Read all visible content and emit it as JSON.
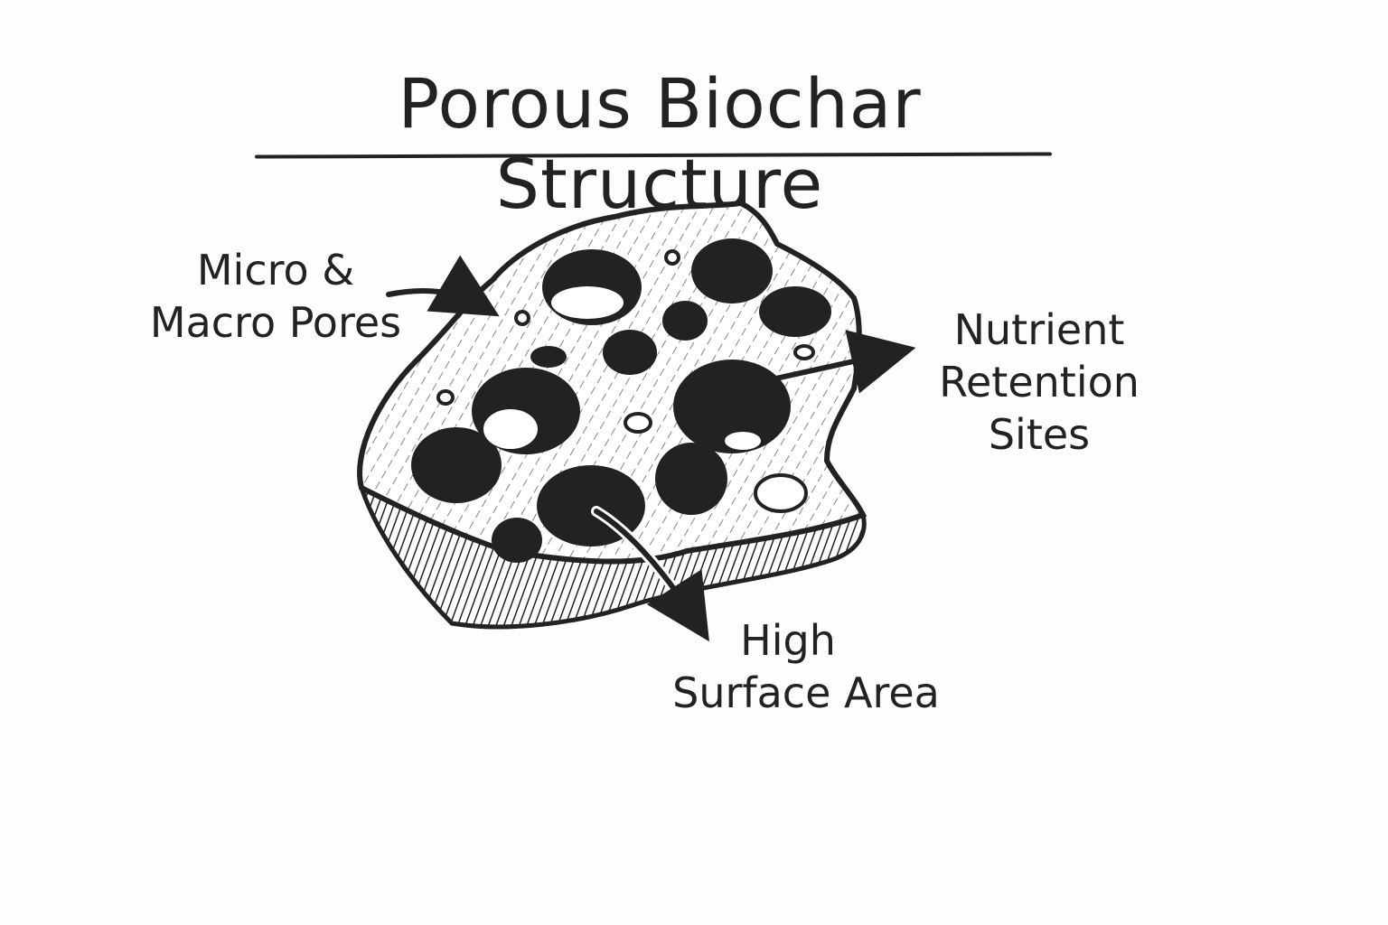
{
  "title": "Porous Biochar Structure",
  "labels": {
    "pores": {
      "line1": "Micro &",
      "line2": "Macro Pores"
    },
    "nutrient": {
      "line1": "Nutrient",
      "line2": "Retention",
      "line3": "Sites"
    },
    "surface": {
      "line1": "High",
      "line2": "Surface Area"
    }
  },
  "colors": {
    "ink": "#222222",
    "background": "#fdfdfd"
  }
}
